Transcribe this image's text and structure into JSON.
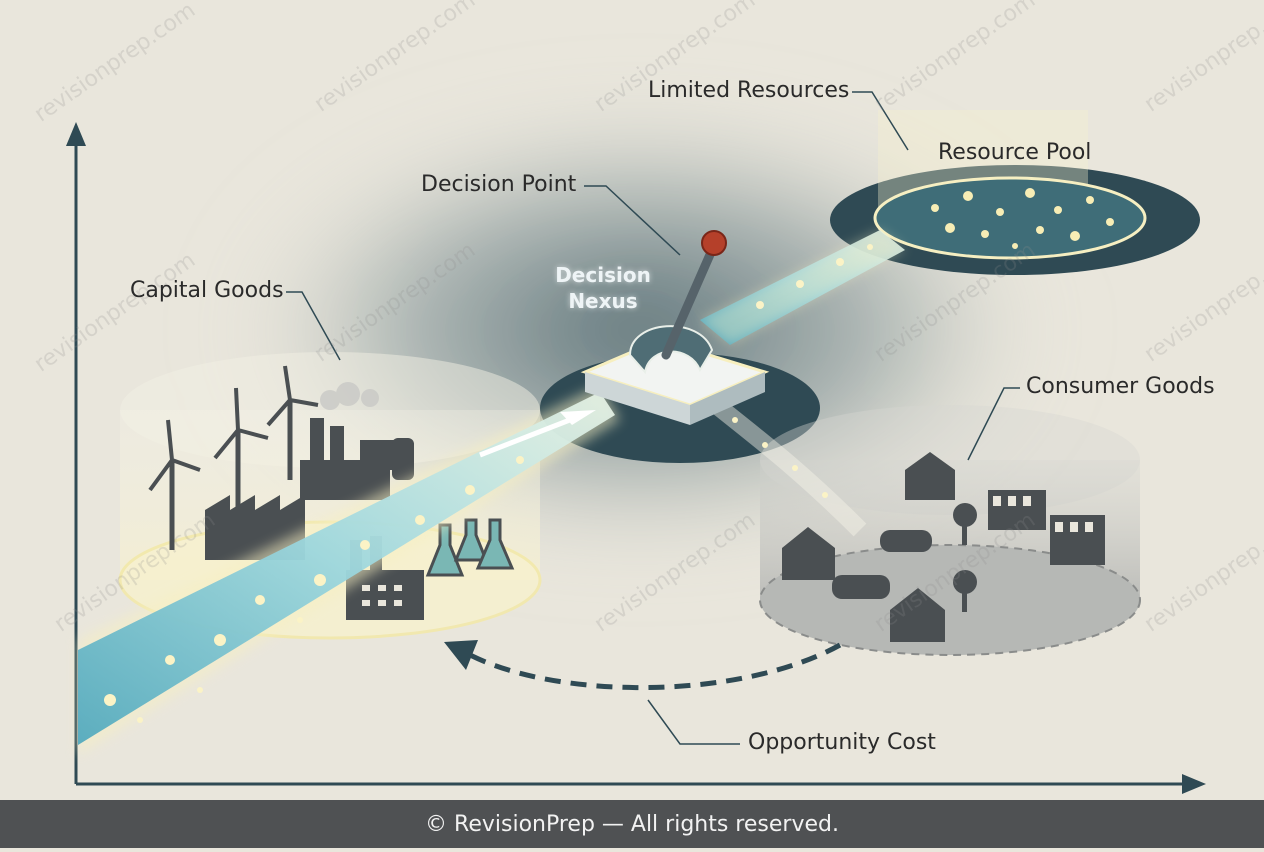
{
  "labels": {
    "limited_resources": "Limited Resources",
    "resource_pool": "Resource Pool",
    "decision_point": "Decision Point",
    "decision_nexus_line1": "Decision",
    "decision_nexus_line2": "Nexus",
    "capital_goods": "Capital Goods",
    "consumer_goods": "Consumer Goods",
    "opportunity_cost": "Opportunity Cost"
  },
  "watermark": "revisionprep.com",
  "footer": "© RevisionPrep — All rights reserved.",
  "colors": {
    "background": "#e9e6dc",
    "pool_dark": "#2f4a54",
    "flow_cyan": "#7fc8d6",
    "glow": "#f4efc0",
    "footer_bg": "#4f5153",
    "lever_knob": "#b5402a"
  }
}
